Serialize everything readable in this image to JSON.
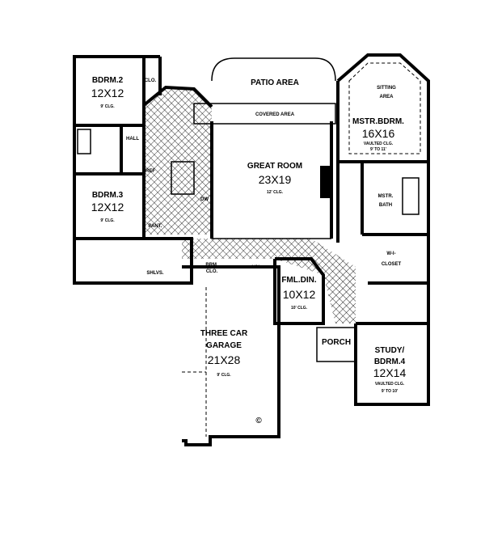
{
  "rooms": {
    "bdrm2": {
      "name": "BDRM.2",
      "size": "12X12",
      "ceiling": "9' CLG."
    },
    "bdrm3": {
      "name": "BDRM.3",
      "size": "12X12",
      "ceiling": "9' CLG."
    },
    "clo": "CLO.",
    "hall": "HALL",
    "ref": "REF",
    "pant": "PANT.",
    "dw": "DW",
    "patio": "PATIO AREA",
    "covered": "COVERED AREA",
    "great_room": {
      "name": "GREAT ROOM",
      "size": "23X19",
      "ceiling": "12' CLG."
    },
    "sitting": {
      "line1": "SITTING",
      "line2": "AREA"
    },
    "master": {
      "name": "MSTR.BDRM.",
      "size": "16X16",
      "ceiling1": "VAULTED CLG.",
      "ceiling2": "9' TO 11'"
    },
    "master_bath": {
      "line1": "MSTR.",
      "line2": "BATH"
    },
    "closet": {
      "line1": "W-I-",
      "line2": "CLOSET"
    },
    "dining": {
      "name": "FML.DIN.",
      "size": "10X12",
      "ceiling": "10' CLG."
    },
    "garage": {
      "line1": "THREE CAR",
      "line2": "GARAGE",
      "size": "21X28",
      "ceiling": "9' CLG."
    },
    "porch": "PORCH",
    "study": {
      "line1": "STUDY/",
      "line2": "BDRM.4",
      "size": "12X14",
      "ceiling1": "VAULTED CLG.",
      "ceiling2": "9' TO 10'"
    },
    "brm_clo": {
      "line1": "BRM.",
      "line2": "CLO."
    },
    "lin": "LIN.",
    "shlvs": "SHLVS."
  },
  "copyright_symbol": "©",
  "colors": {
    "ink": "#000000",
    "paper": "#ffffff"
  }
}
